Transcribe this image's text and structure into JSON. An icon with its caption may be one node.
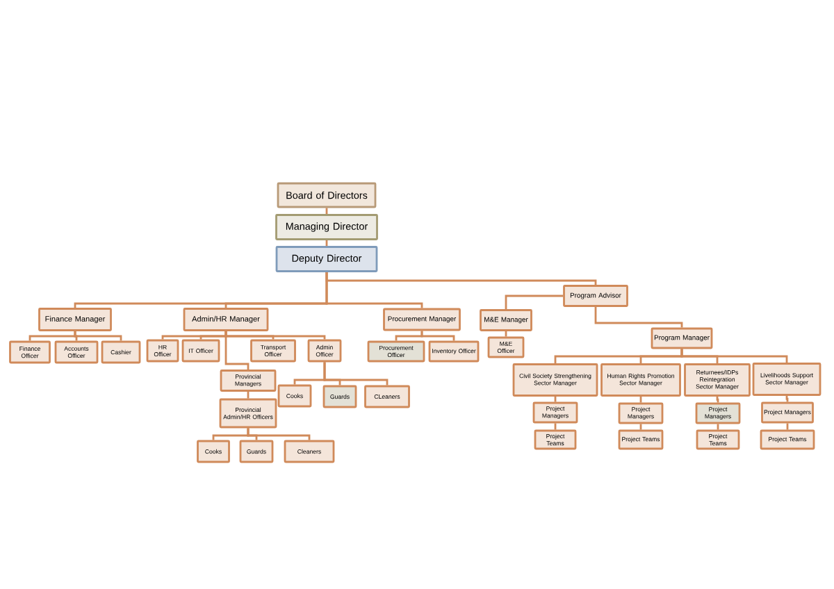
{
  "diagram": {
    "nodes": [
      {
        "text": [
          "Board of Directors"
        ]
      },
      {
        "text": [
          "Managing Director"
        ]
      },
      {
        "text": [
          "Deputy Director"
        ]
      },
      {
        "text": [
          "Finance Manager"
        ]
      },
      {
        "text": [
          "Admin/HR Manager"
        ]
      },
      {
        "text": [
          "Procurement Manager"
        ]
      },
      {
        "text": [
          "Program Advisor"
        ]
      },
      {
        "text": [
          "M&E Manager"
        ]
      },
      {
        "text": [
          "M&E Officer"
        ]
      },
      {
        "text": [
          "Program Manager"
        ]
      },
      {
        "text": [
          "Finance Officer"
        ]
      },
      {
        "text": [
          "Accounts Officer"
        ]
      },
      {
        "text": [
          "Cashier"
        ]
      },
      {
        "text": [
          "HR Officer"
        ]
      },
      {
        "text": [
          "IT Officer"
        ]
      },
      {
        "text": [
          "Transport Officer"
        ]
      },
      {
        "text": [
          "Admin Officer"
        ]
      },
      {
        "text": [
          "Provincial Managers"
        ]
      },
      {
        "text": [
          "Provincial Admin/HR Officers"
        ]
      },
      {
        "text": [
          "Cooks"
        ]
      },
      {
        "text": [
          "Guards"
        ]
      },
      {
        "text": [
          "Cleaners"
        ]
      },
      {
        "text": [
          "Cooks"
        ]
      },
      {
        "text": [
          "Guards"
        ]
      },
      {
        "text": [
          "CLeaners"
        ]
      },
      {
        "text": [
          "Procurement Officer"
        ]
      },
      {
        "text": [
          "Inventory Officer"
        ]
      },
      {
        "text": [
          "Civil Society Strengthening Sector Manager"
        ]
      },
      {
        "text": [
          "Human Rights Promotion Sector Manager"
        ]
      },
      {
        "text": [
          "Returnees/IDPs Reintegration Sector Manager"
        ]
      },
      {
        "text": [
          "Livelihoods Support Sector Manager"
        ]
      },
      {
        "text": [
          "Project Managers"
        ]
      },
      {
        "text": [
          "Project Managers"
        ]
      },
      {
        "text": [
          "Project Managers"
        ]
      },
      {
        "text": [
          "Project Managers"
        ]
      },
      {
        "text": [
          "Project Teams"
        ]
      },
      {
        "text": [
          "Project Teams"
        ]
      },
      {
        "text": [
          "Project Teams"
        ]
      },
      {
        "text": [
          "Project Teams"
        ]
      }
    ],
    "edges": [
      {
        "from": 0,
        "to": 1,
        "arrow": "none"
      },
      {
        "from": 1,
        "to": 2,
        "arrow": "none"
      },
      {
        "from": 2,
        "to": 3,
        "arrow": "none"
      },
      {
        "from": 2,
        "to": 4,
        "arrow": "none"
      },
      {
        "from": 2,
        "to": 5,
        "arrow": "none"
      },
      {
        "from": 2,
        "to": 6,
        "arrow": "none"
      },
      {
        "from": 6,
        "to": 7,
        "arrow": "none"
      },
      {
        "from": 7,
        "to": 8,
        "arrow": "none"
      },
      {
        "from": 6,
        "to": 9,
        "arrow": "none"
      },
      {
        "from": 3,
        "to": 10,
        "arrow": "none"
      },
      {
        "from": 3,
        "to": 11,
        "arrow": "none"
      },
      {
        "from": 3,
        "to": 12,
        "arrow": "none"
      },
      {
        "from": 4,
        "to": 13,
        "arrow": "none"
      },
      {
        "from": 4,
        "to": 14,
        "arrow": "none"
      },
      {
        "from": 4,
        "to": 15,
        "arrow": "none"
      },
      {
        "from": 4,
        "to": 16,
        "arrow": "none"
      },
      {
        "from": 4,
        "to": 17,
        "arrow": "none"
      },
      {
        "from": 17,
        "to": 18,
        "arrow": "none"
      },
      {
        "from": 18,
        "to": 19,
        "arrow": "none"
      },
      {
        "from": 18,
        "to": 20,
        "arrow": "none"
      },
      {
        "from": 18,
        "to": 21,
        "arrow": "none"
      },
      {
        "from": 16,
        "to": 22,
        "arrow": "none"
      },
      {
        "from": 16,
        "to": 23,
        "arrow": "none"
      },
      {
        "from": 16,
        "to": 24,
        "arrow": "none"
      },
      {
        "from": 5,
        "to": 25,
        "arrow": "none"
      },
      {
        "from": 5,
        "to": 26,
        "arrow": "none"
      },
      {
        "from": 9,
        "to": 27,
        "arrow": "none"
      },
      {
        "from": 9,
        "to": 28,
        "arrow": "none"
      },
      {
        "from": 9,
        "to": 29,
        "arrow": "none"
      },
      {
        "from": 9,
        "to": 30,
        "arrow": "none"
      },
      {
        "from": 27,
        "to": 31,
        "arrow": "none"
      },
      {
        "from": 28,
        "to": 32,
        "arrow": "none"
      },
      {
        "from": 29,
        "to": 33,
        "arrow": "none"
      },
      {
        "from": 30,
        "to": 34,
        "arrow": "none"
      },
      {
        "from": 31,
        "to": 35,
        "arrow": "none"
      },
      {
        "from": 32,
        "to": 36,
        "arrow": "none"
      },
      {
        "from": 33,
        "to": 37,
        "arrow": "none"
      },
      {
        "from": 34,
        "to": 38,
        "arrow": "none"
      }
    ]
  }
}
